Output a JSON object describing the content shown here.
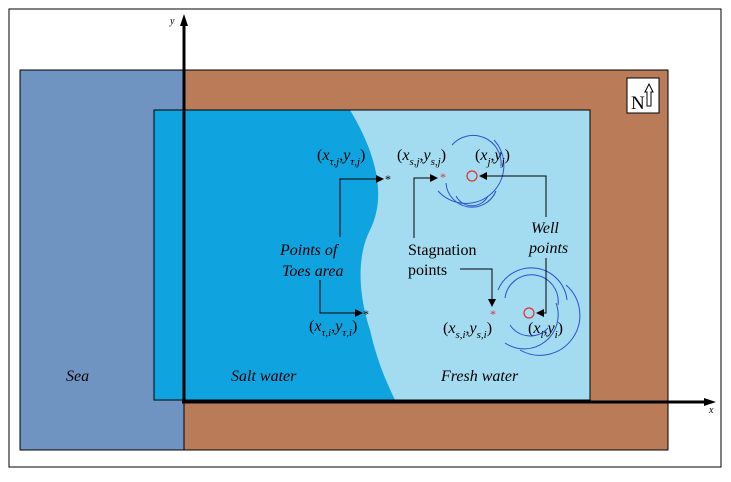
{
  "colors": {
    "sea": "#7094c2",
    "land": "#b97b58",
    "salt_water": "#0fa3e0",
    "fresh_water": "#a3dcf0",
    "axis": "#000000",
    "well_marker": "#e03030",
    "flow_lines": "#2a4fd0"
  },
  "axes": {
    "x_label": "x",
    "y_label": "y"
  },
  "regions": {
    "sea": "Sea",
    "salt_water": "Salt water",
    "fresh_water": "Fresh water"
  },
  "north_symbol": {
    "letter": "N",
    "icon": "north-arrow-icon"
  },
  "labels": {
    "toes_area_line1": "Points of",
    "toes_area_line2": "Toes area",
    "stagnation_line1": "Stagnation",
    "stagnation_line2": "points",
    "well_line1": "Well",
    "well_line2": "points"
  },
  "points": {
    "toe_j": {
      "open": "(",
      "x": "x",
      "xsub": "τ,j",
      "sep": ",",
      "y": "y",
      "ysub": "τ,j",
      "close": ")"
    },
    "toe_i": {
      "open": "(",
      "x": "x",
      "xsub": "τ,i",
      "sep": ",",
      "y": "y",
      "ysub": "τ,i",
      "close": ")"
    },
    "stag_j": {
      "open": "(",
      "x": "x",
      "xsub": "s,j",
      "sep": ",",
      "y": "y",
      "ysub": "s,j",
      "close": ")"
    },
    "stag_i": {
      "open": "(",
      "x": "x",
      "xsub": "s,i",
      "sep": ",",
      "y": "y",
      "ysub": "s,i",
      "close": ")"
    },
    "well_j": {
      "open": "(",
      "x": "x",
      "xsub": "j",
      "sep": ",",
      "y": "y",
      "ysub": "j",
      "close": ")"
    },
    "well_i": {
      "open": "(",
      "x": "x",
      "xsub": "i",
      "sep": ",",
      "y": "y",
      "ysub": "i",
      "close": ")"
    }
  }
}
